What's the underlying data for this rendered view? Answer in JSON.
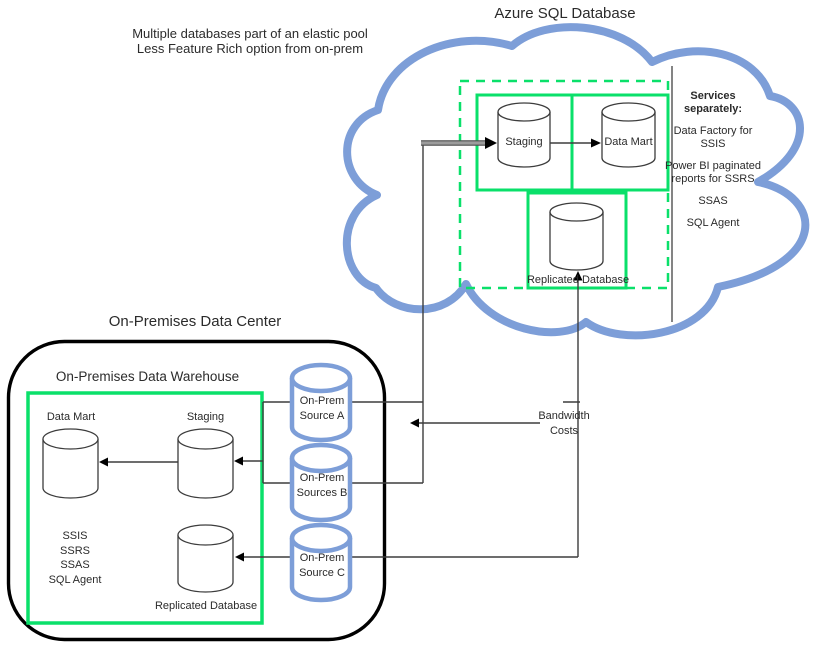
{
  "colors": {
    "cloud_blue": "#7D9ED8",
    "accent_green": "#0AE06A",
    "connector_gray": "#9C9C9C",
    "line_black": "#3D3D3D"
  },
  "azure": {
    "title": "Azure SQL Database",
    "note": {
      "line1": "Multiple databases part of an elastic pool",
      "line2": "Less Feature Rich option from on-prem"
    },
    "staging_label": "Staging",
    "data_mart_label": "Data Mart",
    "replicated_label": "Replicated Database",
    "services": {
      "heading": "Services separately:",
      "items": [
        "Data Factory for SSIS",
        "Power BI paginated reports for SSRS",
        "SSAS",
        "SQL Agent"
      ]
    }
  },
  "onprem": {
    "title": "On-Premises Data Center",
    "warehouse_title": "On-Premises Data Warehouse",
    "data_mart_label": "Data Mart",
    "staging_label": "Staging",
    "replicated_label": "Replicated Database",
    "services": [
      "SSIS",
      "SSRS",
      "SSAS",
      "SQL Agent"
    ]
  },
  "sources": [
    {
      "line1": "On-Prem",
      "line2": "Source A"
    },
    {
      "line1": "On-Prem",
      "line2": "Sources B"
    },
    {
      "line1": "On-Prem",
      "line2": "Source C"
    }
  ],
  "annotations": {
    "bandwidth": {
      "line1": "Bandwidth",
      "line2": "Costs"
    }
  }
}
